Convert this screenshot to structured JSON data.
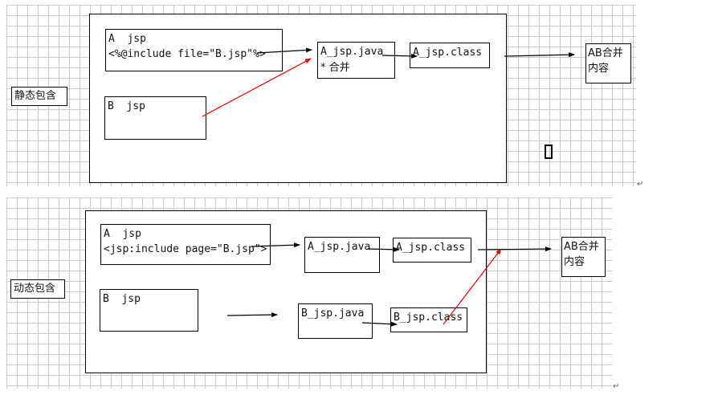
{
  "static_section": {
    "section_label": "静态包含",
    "box_a_title": "A  jsp",
    "box_a_code": "<%@include file=\"B.jsp\"%>",
    "box_b_title": "B  jsp",
    "java_file": "A_jsp.java",
    "merge_note": "* 合并",
    "class_file": "A_jsp.class",
    "result_line1": "AB合并",
    "result_line2": "内容"
  },
  "dynamic_section": {
    "section_label": "动态包含",
    "box_a_title": "A  jsp",
    "box_a_code": "<jsp:include page=\"B.jsp\">",
    "box_b_title": "B  jsp",
    "a_java_file": "A_jsp.java",
    "a_class_file": "A_jsp.class",
    "b_java_file": "B_jsp.java",
    "b_class_file": "B_jsp.class",
    "result_line1": "AB合并",
    "result_line2": "内容"
  },
  "colors": {
    "flow_arrow": "#000000",
    "include_arrow": "#e00000",
    "grid": "#c9c9c9"
  },
  "paragraph_mark": "↵"
}
